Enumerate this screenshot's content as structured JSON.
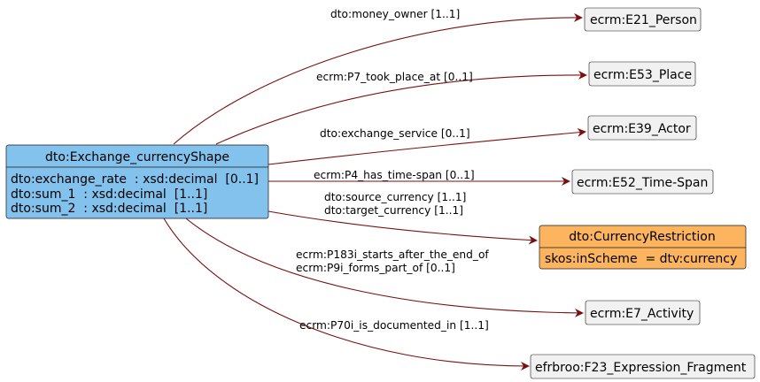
{
  "main_node": {
    "title": "dto:Exchange_currencyShape",
    "attributes": [
      "dto:exchange_rate  : xsd:decimal  [0..1]",
      "dto:sum_1  : xsd:decimal  [1..1]",
      "dto:sum_2  : xsd:decimal  [1..1]"
    ]
  },
  "targets": {
    "person": "ecrm:E21_Person",
    "place": "ecrm:E53_Place",
    "actor": "ecrm:E39_Actor",
    "timespan": "ecrm:E52_Time-Span",
    "currency": {
      "title": "dto:CurrencyRestriction",
      "attribute": "skos:inScheme  = dtv:currency"
    },
    "activity": "ecrm:E7_Activity",
    "fragment": "efrbroo:F23_Expression_Fragment"
  },
  "edges": {
    "money_owner": "dto:money_owner [1..1]",
    "took_place_at": "ecrm:P7_took_place_at [0..1]",
    "exchange_service": "dto:exchange_service [0..1]",
    "has_time_span": "ecrm:P4_has_time-span [0..1]",
    "source_currency": "dto:source_currency [1..1]",
    "target_currency": "dto:target_currency [1..1]",
    "starts_after": "ecrm:P183i_starts_after_the_end_of",
    "forms_part_of": "ecrm:P9i_forms_part_of [0..1]",
    "documented_in": "ecrm:P70i_is_documented_in [1..1]"
  },
  "colors": {
    "edge": "#7a0f0f",
    "main_node_fill": "#83c2ec",
    "restriction_fill": "#fcb45f",
    "target_fill": "#f1f1f1"
  }
}
